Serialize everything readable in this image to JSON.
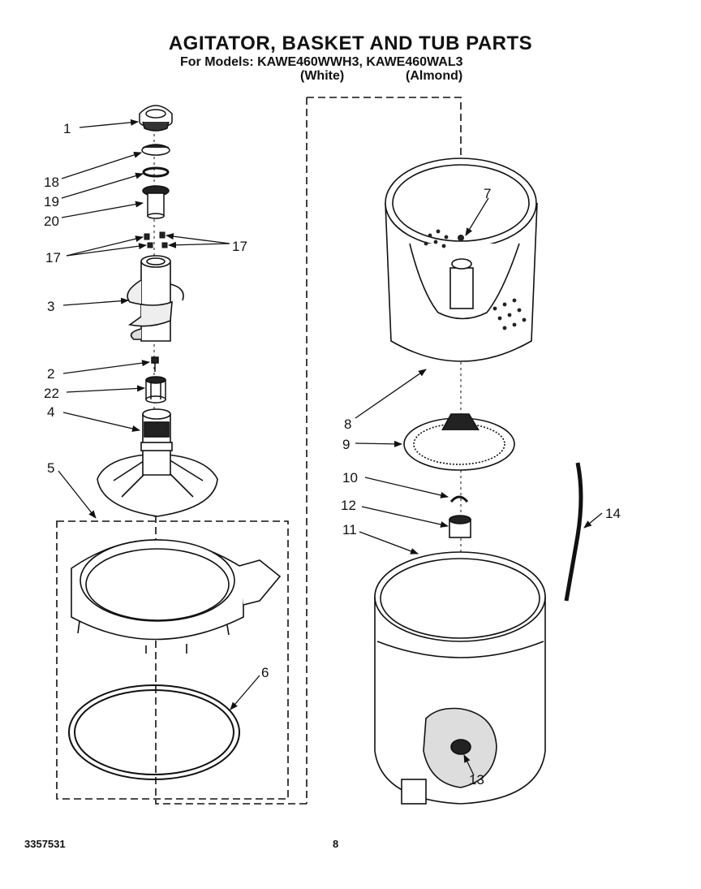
{
  "header": {
    "title": "AGITATOR, BASKET AND TUB PARTS",
    "models_line": "For Models:  KAWE460WWH3, KAWE460WAL3",
    "variant_white": "(White)",
    "variant_almond": "(Almond)"
  },
  "callouts": {
    "c1": "1",
    "c18": "18",
    "c19": "19",
    "c20": "20",
    "c17a": "17",
    "c17b": "17",
    "c3": "3",
    "c2": "2",
    "c22": "22",
    "c4": "4",
    "c5": "5",
    "c6": "6",
    "c7": "7",
    "c8": "8",
    "c9": "9",
    "c10": "10",
    "c12": "12",
    "c11": "11",
    "c14": "14",
    "c13": "13"
  },
  "footer": {
    "doc_number": "3357531",
    "page_number": "8"
  }
}
